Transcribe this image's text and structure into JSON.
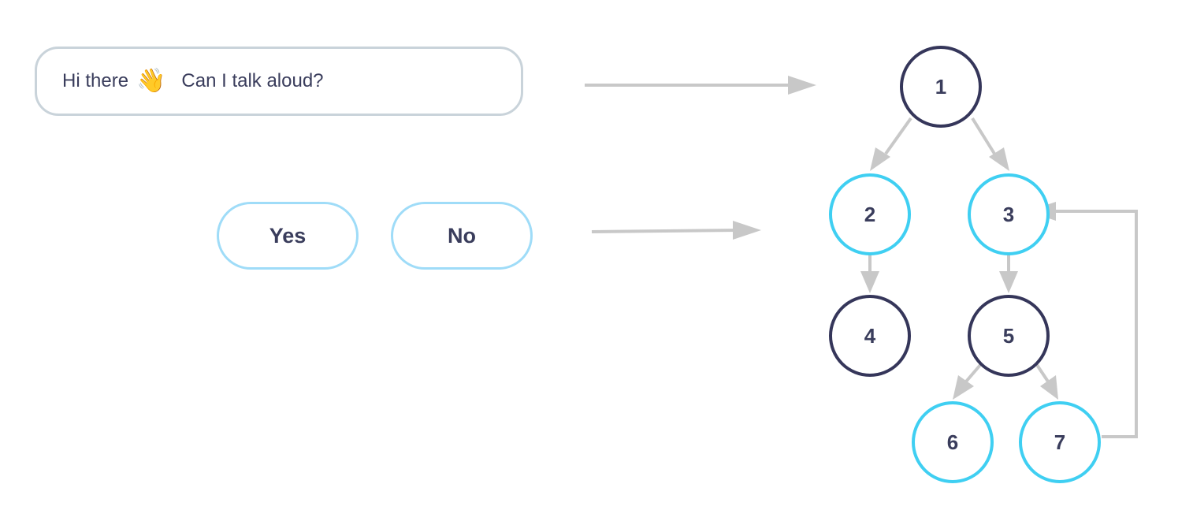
{
  "message": {
    "greeting": "Hi there",
    "wave_icon": "waving-hand-icon",
    "question": "Can I talk aloud?"
  },
  "choices": {
    "yes_label": "Yes",
    "no_label": "No"
  },
  "tree": {
    "nodes": [
      {
        "id": "1",
        "label": "1",
        "style": "dark"
      },
      {
        "id": "2",
        "label": "2",
        "style": "cyan"
      },
      {
        "id": "3",
        "label": "3",
        "style": "cyan"
      },
      {
        "id": "4",
        "label": "4",
        "style": "dark"
      },
      {
        "id": "5",
        "label": "5",
        "style": "dark"
      },
      {
        "id": "6",
        "label": "6",
        "style": "cyan"
      },
      {
        "id": "7",
        "label": "7",
        "style": "cyan"
      }
    ],
    "edges": [
      {
        "from": "1",
        "to": "2"
      },
      {
        "from": "1",
        "to": "3"
      },
      {
        "from": "2",
        "to": "4"
      },
      {
        "from": "3",
        "to": "5"
      },
      {
        "from": "5",
        "to": "6"
      },
      {
        "from": "5",
        "to": "7"
      },
      {
        "from": "7",
        "to": "3"
      }
    ]
  },
  "colors": {
    "dark_node": "#35365a",
    "cyan_node": "#3fcff2",
    "arrow": "#c8c8c8",
    "text": "#3a3d5c"
  }
}
